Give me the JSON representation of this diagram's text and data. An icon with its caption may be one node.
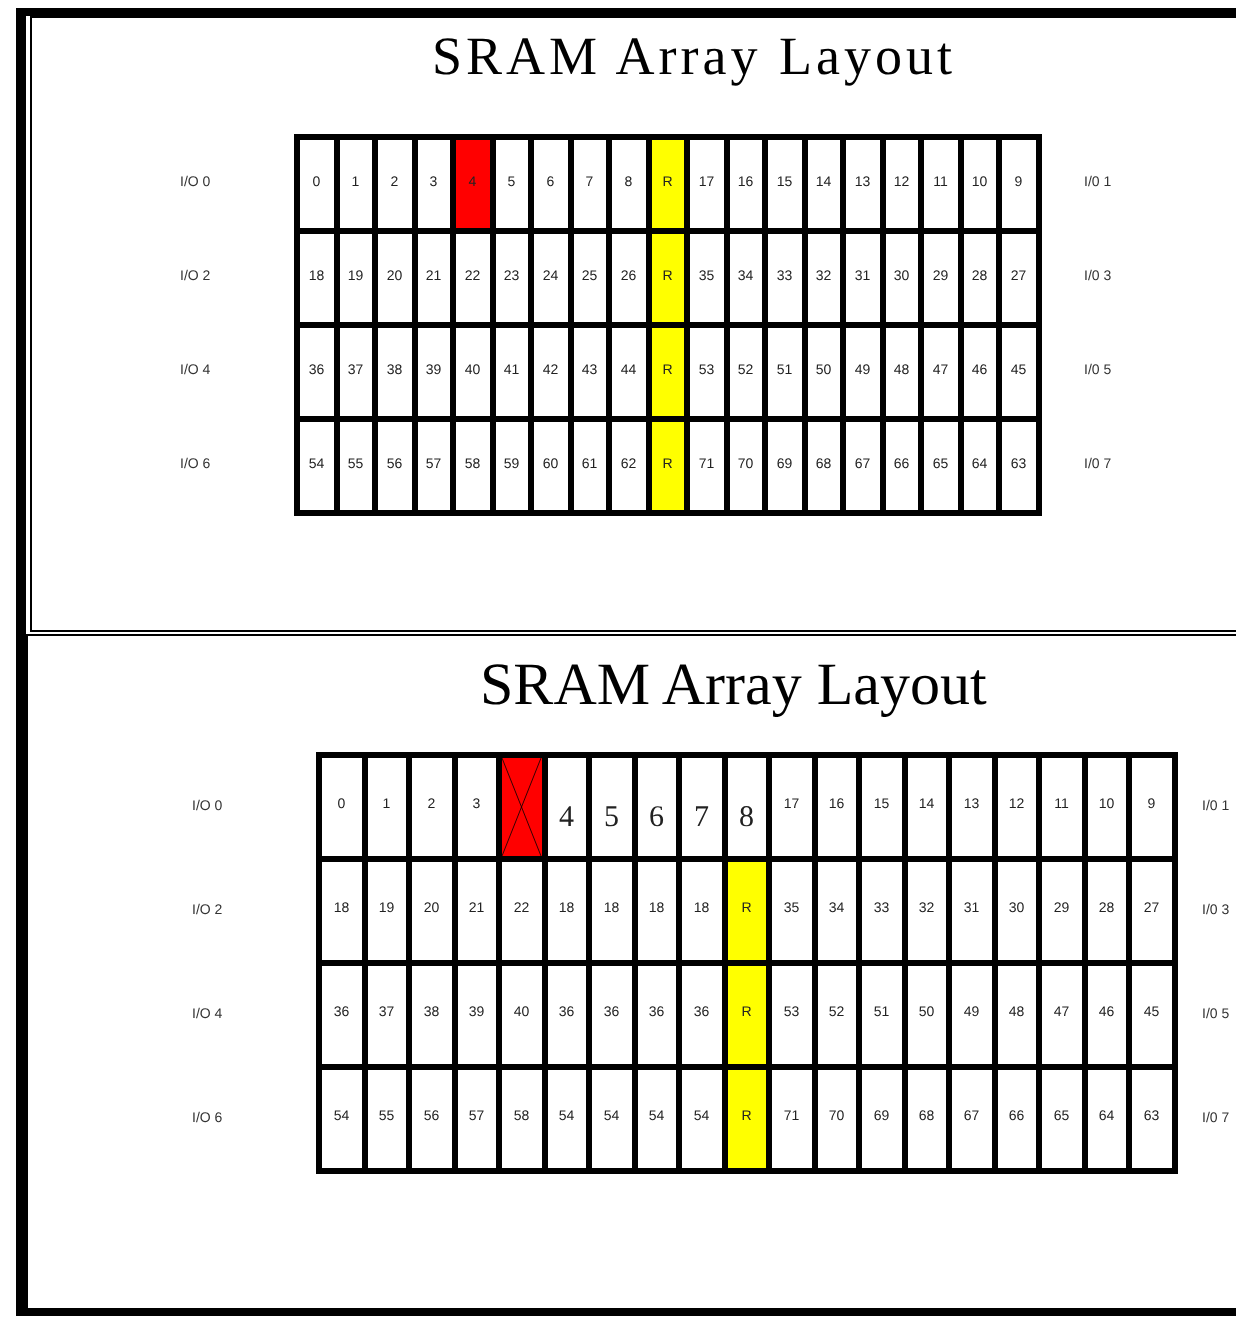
{
  "diagram": {
    "nodes": [
      {
        "text": [
          "SRAM Array Layout"
        ]
      },
      {
        "text": [
          "0"
        ],
        "in": 0
      },
      {
        "text": [
          "1"
        ],
        "in": 0
      },
      {
        "text": [
          "2"
        ],
        "in": 0
      },
      {
        "text": [
          "3"
        ],
        "in": 0
      },
      {
        "text": [
          "4"
        ],
        "in": 0
      },
      {
        "text": [
          "5"
        ],
        "in": 0
      },
      {
        "text": [
          "6"
        ],
        "in": 0
      },
      {
        "text": [
          "7"
        ],
        "in": 0
      },
      {
        "text": [
          "8"
        ],
        "in": 0
      },
      {
        "text": [
          "R"
        ],
        "in": 0
      },
      {
        "text": [
          "17"
        ],
        "in": 0
      },
      {
        "text": [
          "16"
        ],
        "in": 0
      },
      {
        "text": [
          "15"
        ],
        "in": 0
      },
      {
        "text": [
          "14"
        ],
        "in": 0
      },
      {
        "text": [
          "13"
        ],
        "in": 0
      },
      {
        "text": [
          "12"
        ],
        "in": 0
      },
      {
        "text": [
          "11"
        ],
        "in": 0
      },
      {
        "text": [
          "10"
        ],
        "in": 0
      },
      {
        "text": [
          "9"
        ],
        "in": 0
      },
      {
        "text": [
          "18"
        ],
        "in": 0
      },
      {
        "text": [
          "19"
        ],
        "in": 0
      },
      {
        "text": [
          "20"
        ],
        "in": 0
      },
      {
        "text": [
          "21"
        ],
        "in": 0
      },
      {
        "text": [
          "22"
        ],
        "in": 0
      },
      {
        "text": [
          "23"
        ],
        "in": 0
      },
      {
        "text": [
          "24"
        ],
        "in": 0
      },
      {
        "text": [
          "25"
        ],
        "in": 0
      },
      {
        "text": [
          "26"
        ],
        "in": 0
      },
      {
        "text": [
          "R"
        ],
        "in": 0
      },
      {
        "text": [
          "35"
        ],
        "in": 0
      },
      {
        "text": [
          "34"
        ],
        "in": 0
      },
      {
        "text": [
          "33"
        ],
        "in": 0
      },
      {
        "text": [
          "32"
        ],
        "in": 0
      },
      {
        "text": [
          "31"
        ],
        "in": 0
      },
      {
        "text": [
          "30"
        ],
        "in": 0
      },
      {
        "text": [
          "29"
        ],
        "in": 0
      },
      {
        "text": [
          "28"
        ],
        "in": 0
      },
      {
        "text": [
          "27"
        ],
        "in": 0
      },
      {
        "text": [
          "36"
        ],
        "in": 0
      },
      {
        "text": [
          "37"
        ],
        "in": 0
      },
      {
        "text": [
          "38"
        ],
        "in": 0
      },
      {
        "text": [
          "39"
        ],
        "in": 0
      },
      {
        "text": [
          "40"
        ],
        "in": 0
      },
      {
        "text": [
          "41"
        ],
        "in": 0
      },
      {
        "text": [
          "42"
        ],
        "in": 0
      },
      {
        "text": [
          "43"
        ],
        "in": 0
      },
      {
        "text": [
          "44"
        ],
        "in": 0
      },
      {
        "text": [
          "R"
        ],
        "in": 0
      },
      {
        "text": [
          "53"
        ],
        "in": 0
      },
      {
        "text": [
          "52"
        ],
        "in": 0
      },
      {
        "text": [
          "51"
        ],
        "in": 0
      },
      {
        "text": [
          "50"
        ],
        "in": 0
      },
      {
        "text": [
          "49"
        ],
        "in": 0
      },
      {
        "text": [
          "48"
        ],
        "in": 0
      },
      {
        "text": [
          "47"
        ],
        "in": 0
      },
      {
        "text": [
          "46"
        ],
        "in": 0
      },
      {
        "text": [
          "45"
        ],
        "in": 0
      },
      {
        "text": [
          "54"
        ],
        "in": 0
      },
      {
        "text": [
          "55"
        ],
        "in": 0
      },
      {
        "text": [
          "56"
        ],
        "in": 0
      },
      {
        "text": [
          "57"
        ],
        "in": 0
      },
      {
        "text": [
          "58"
        ],
        "in": 0
      },
      {
        "text": [
          "59"
        ],
        "in": 0
      },
      {
        "text": [
          "60"
        ],
        "in": 0
      },
      {
        "text": [
          "61"
        ],
        "in": 0
      },
      {
        "text": [
          "62"
        ],
        "in": 0
      },
      {
        "text": [
          "R"
        ],
        "in": 0
      },
      {
        "text": [
          "71"
        ],
        "in": 0
      },
      {
        "text": [
          "70"
        ],
        "in": 0
      },
      {
        "text": [
          "69"
        ],
        "in": 0
      },
      {
        "text": [
          "68"
        ],
        "in": 0
      },
      {
        "text": [
          "67"
        ],
        "in": 0
      },
      {
        "text": [
          "66"
        ],
        "in": 0
      },
      {
        "text": [
          "65"
        ],
        "in": 0
      },
      {
        "text": [
          "64"
        ],
        "in": 0
      },
      {
        "text": [
          "63"
        ],
        "in": 0
      },
      {
        "text": [
          "SRAM Array Layout"
        ]
      },
      {
        "text": [
          "0"
        ],
        "in": 77
      },
      {
        "text": [
          "1"
        ],
        "in": 77
      },
      {
        "text": [
          "2"
        ],
        "in": 77
      },
      {
        "text": [
          "3"
        ],
        "in": 77
      },
      {
        "text": [],
        "shape": "box",
        "in": 77
      },
      {
        "text": [
          "4"
        ],
        "in": 77
      },
      {
        "text": [
          "5"
        ],
        "in": 77
      },
      {
        "text": [
          "6"
        ],
        "in": 77
      },
      {
        "text": [
          "7"
        ],
        "in": 77
      },
      {
        "text": [
          "8"
        ],
        "in": 77
      },
      {
        "text": [
          "17"
        ],
        "in": 77
      },
      {
        "text": [
          "16"
        ],
        "in": 77
      },
      {
        "text": [
          "15"
        ],
        "in": 77
      },
      {
        "text": [
          "14"
        ],
        "in": 77
      },
      {
        "text": [
          "13"
        ],
        "in": 77
      },
      {
        "text": [
          "12"
        ],
        "in": 77
      },
      {
        "text": [
          "11"
        ],
        "in": 77
      },
      {
        "text": [
          "10"
        ],
        "in": 77
      },
      {
        "text": [
          "9"
        ],
        "in": 77
      },
      {
        "text": [
          "18"
        ],
        "in": 77
      },
      {
        "text": [
          "19"
        ],
        "in": 77
      },
      {
        "text": [
          "20"
        ],
        "in": 77
      },
      {
        "text": [
          "21"
        ],
        "in": 77
      },
      {
        "text": [
          "22"
        ],
        "in": 77
      },
      {
        "text": [
          "18"
        ],
        "in": 77
      },
      {
        "text": [
          "18"
        ],
        "in": 77
      },
      {
        "text": [
          "18"
        ],
        "in": 77
      },
      {
        "text": [
          "18"
        ],
        "in": 77
      },
      {
        "text": [
          "R"
        ],
        "in": 77
      },
      {
        "text": [
          "35"
        ],
        "in": 77
      },
      {
        "text": [
          "34"
        ],
        "in": 77
      },
      {
        "text": [
          "33"
        ],
        "in": 77
      },
      {
        "text": [
          "32"
        ],
        "in": 77
      },
      {
        "text": [
          "31"
        ],
        "in": 77
      },
      {
        "text": [
          "30"
        ],
        "in": 77
      },
      {
        "text": [
          "29"
        ],
        "in": 77
      },
      {
        "text": [
          "28"
        ],
        "in": 77
      },
      {
        "text": [
          "27"
        ],
        "in": 77
      },
      {
        "text": [
          "36"
        ],
        "in": 77
      },
      {
        "text": [
          "37"
        ],
        "in": 77
      },
      {
        "text": [
          "38"
        ],
        "in": 77
      },
      {
        "text": [
          "39"
        ],
        "in": 77
      },
      {
        "text": [
          "40"
        ],
        "in": 77
      },
      {
        "text": [
          "36"
        ],
        "in": 77
      },
      {
        "text": [
          "36"
        ],
        "in": 77
      },
      {
        "text": [
          "36"
        ],
        "in": 77
      },
      {
        "text": [
          "36"
        ],
        "in": 77
      },
      {
        "text": [
          "R"
        ],
        "in": 77
      },
      {
        "text": [
          "53"
        ],
        "in": 77
      },
      {
        "text": [
          "52"
        ],
        "in": 77
      },
      {
        "text": [
          "51"
        ],
        "in": 77
      },
      {
        "text": [
          "50"
        ],
        "in": 77
      },
      {
        "text": [
          "49"
        ],
        "in": 77
      },
      {
        "text": [
          "48"
        ],
        "in": 77
      },
      {
        "text": [
          "47"
        ],
        "in": 77
      },
      {
        "text": [
          "46"
        ],
        "in": 77
      },
      {
        "text": [
          "45"
        ],
        "in": 77
      },
      {
        "text": [
          "54"
        ],
        "in": 77
      },
      {
        "text": [
          "55"
        ],
        "in": 77
      },
      {
        "text": [
          "56"
        ],
        "in": 77
      },
      {
        "text": [
          "57"
        ],
        "in": 77
      },
      {
        "text": [
          "58"
        ],
        "in": 77
      },
      {
        "text": [
          "54"
        ],
        "in": 77
      },
      {
        "text": [
          "54"
        ],
        "in": 77
      },
      {
        "text": [
          "54"
        ],
        "in": 77
      },
      {
        "text": [
          "54"
        ],
        "in": 77
      },
      {
        "text": [
          "R"
        ],
        "in": 77
      },
      {
        "text": [
          "71"
        ],
        "in": 77
      },
      {
        "text": [
          "70"
        ],
        "in": 77
      },
      {
        "text": [
          "69"
        ],
        "in": 77
      },
      {
        "text": [
          "68"
        ],
        "in": 77
      },
      {
        "text": [
          "67"
        ],
        "in": 77
      },
      {
        "text": [
          "66"
        ],
        "in": 77
      },
      {
        "text": [
          "65"
        ],
        "in": 77
      },
      {
        "text": [
          "64"
        ],
        "in": 77
      },
      {
        "text": [
          "63"
        ],
        "in": 77
      }
    ],
    "labels": [
      "I/O 0",
      "I/0 1",
      "I/O 2",
      "I/0 3",
      "I/O 4",
      "I/0 5",
      "I/O 6",
      "I/0 7",
      "I/O 0",
      "I/0 1",
      "I/O 2",
      "I/0 3",
      "I/O 4",
      "I/0 5",
      "I/O 6",
      "I/0 7"
    ]
  }
}
